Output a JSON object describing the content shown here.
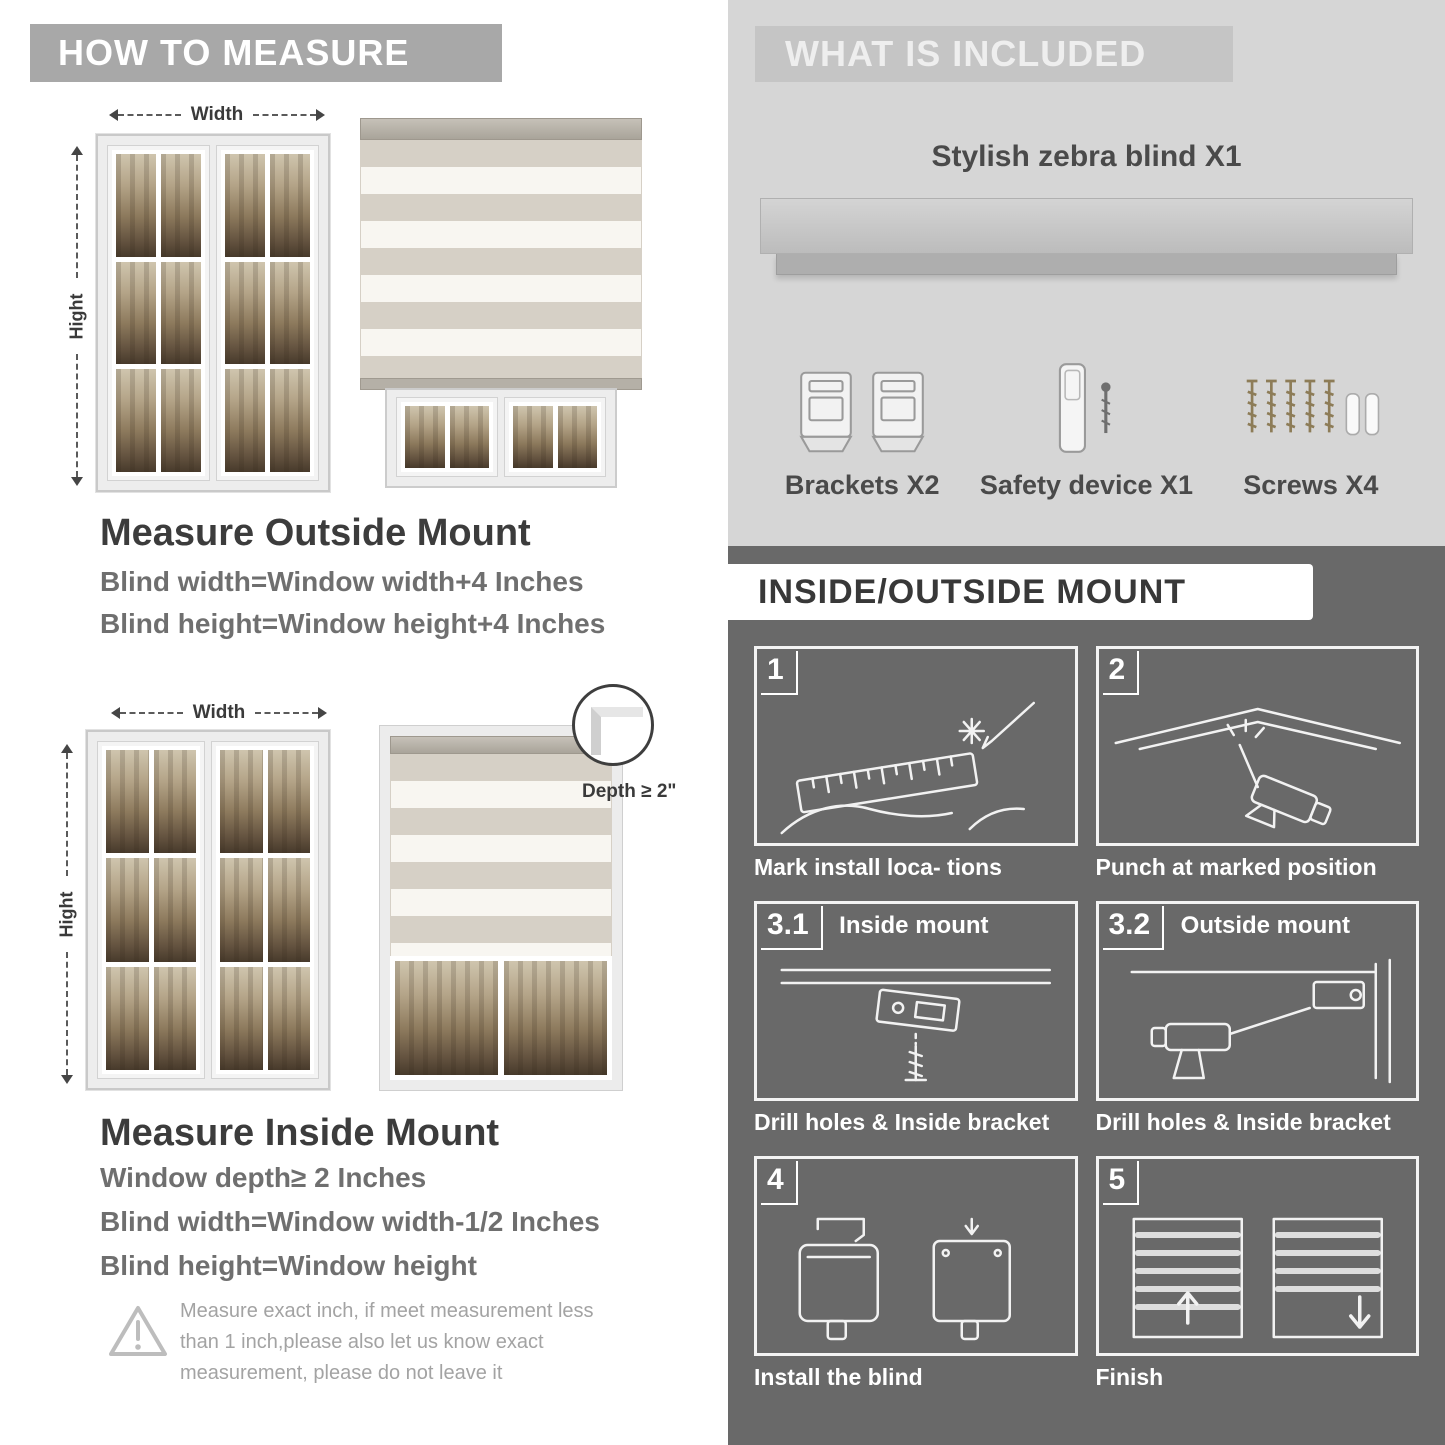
{
  "colors": {
    "left_header_bg": "#a8a8a8",
    "right_top_bg": "#d6d6d6",
    "right_bottom_bg": "#696969",
    "heading_text": "#3c3c3c",
    "rule_text": "#6f6f6f"
  },
  "left": {
    "header": "HOW TO MEASURE",
    "outside_figure": {
      "width_label": "Width",
      "height_label": "Hight"
    },
    "outside": {
      "title": "Measure Outside Mount",
      "line1": "Blind width=Window width+4 Inches",
      "line2": "Blind height=Window height+4 Inches"
    },
    "inside_figure": {
      "width_label": "Width",
      "height_label": "Hight",
      "depth_callout": "Depth ≥ 2\""
    },
    "inside": {
      "title": "Measure Inside Mount",
      "line1": "Window depth≥ 2 Inches",
      "line2": "Blind width=Window width-1/2 Inches",
      "line3": "Blind height=Window height"
    },
    "note": "Measure exact inch, if meet measurement less than 1 inch,please also let us know exact measurement, please do not leave it"
  },
  "right": {
    "included": {
      "header": "WHAT IS INCLUDED",
      "product": "Stylish zebra blind X1",
      "items": [
        {
          "label": "Brackets X2",
          "icon": "bracket-icon"
        },
        {
          "label": "Safety device X1",
          "icon": "safety-device-icon"
        },
        {
          "label": "Screws X4",
          "icon": "screw-icon"
        }
      ]
    },
    "mount": {
      "header": "INSIDE/OUTSIDE MOUNT",
      "steps": [
        {
          "num": "1",
          "label": "",
          "caption": "Mark install loca- tions"
        },
        {
          "num": "2",
          "label": "",
          "caption": "Punch at  marked position"
        },
        {
          "num": "3.1",
          "label": "Inside mount",
          "caption": "Drill holes &  Inside bracket"
        },
        {
          "num": "3.2",
          "label": "Outside mount",
          "caption": "Drill holes &  Inside bracket"
        },
        {
          "num": "4",
          "label": "",
          "caption": "Install the blind"
        },
        {
          "num": "5",
          "label": "",
          "caption": "Finish"
        }
      ]
    }
  }
}
